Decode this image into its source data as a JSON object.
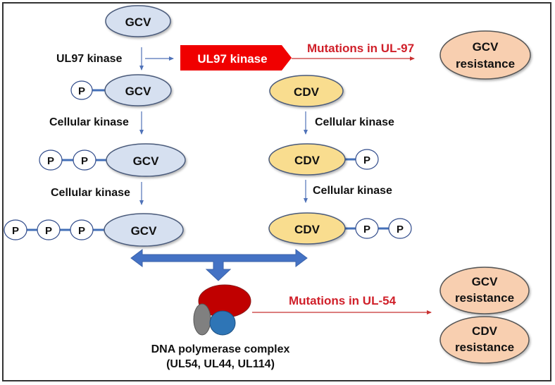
{
  "colors": {
    "gcv_fill": "#d6e0f0",
    "cdv_fill": "#f9dd8f",
    "resistance_fill": "#f8cfb0",
    "node_stroke": "#4a5a7a",
    "phosphate_stroke": "#2f4a8a",
    "link": "#4470b8",
    "arrow": "#4f72b8",
    "ul97_box": "#f00000",
    "mutation_text": "#d0202a",
    "mutation_line": "#c83232",
    "big_arrow": "#4472c4",
    "polymerase_red": "#c00000",
    "polymerase_blue": "#2e75b6",
    "polymerase_gray": "#808080"
  },
  "gcv_pathway": {
    "start": "GCV",
    "step1_enzyme": "UL97 kinase",
    "mono": {
      "drug": "GCV",
      "phosphates": [
        "P"
      ]
    },
    "step2_enzyme": "Cellular kinase",
    "di": {
      "drug": "GCV",
      "phosphates": [
        "P",
        "P"
      ]
    },
    "step3_enzyme": "Cellular kinase",
    "tri": {
      "drug": "GCV",
      "phosphates": [
        "P",
        "P",
        "P"
      ]
    }
  },
  "ul97_box": {
    "label": "UL97 kinase"
  },
  "mutation_ul97": {
    "label": "Mutations in UL-97"
  },
  "gcv_resistance_top": {
    "line1": "GCV",
    "line2": "resistance"
  },
  "cdv_pathway": {
    "start": "CDV",
    "step1_enzyme": "Cellular kinase",
    "mono": {
      "drug": "CDV",
      "phosphates": [
        "P"
      ]
    },
    "step2_enzyme": "Cellular kinase",
    "di": {
      "drug": "CDV",
      "phosphates": [
        "P",
        "P"
      ]
    }
  },
  "polymerase": {
    "line1": "DNA polymerase complex",
    "line2": "(UL54, UL44, UL114)"
  },
  "mutation_ul54": {
    "label": "Mutations in UL-54"
  },
  "gcv_resistance_bottom": {
    "line1": "GCV",
    "line2": "resistance"
  },
  "cdv_resistance": {
    "line1": "CDV",
    "line2": "resistance"
  }
}
